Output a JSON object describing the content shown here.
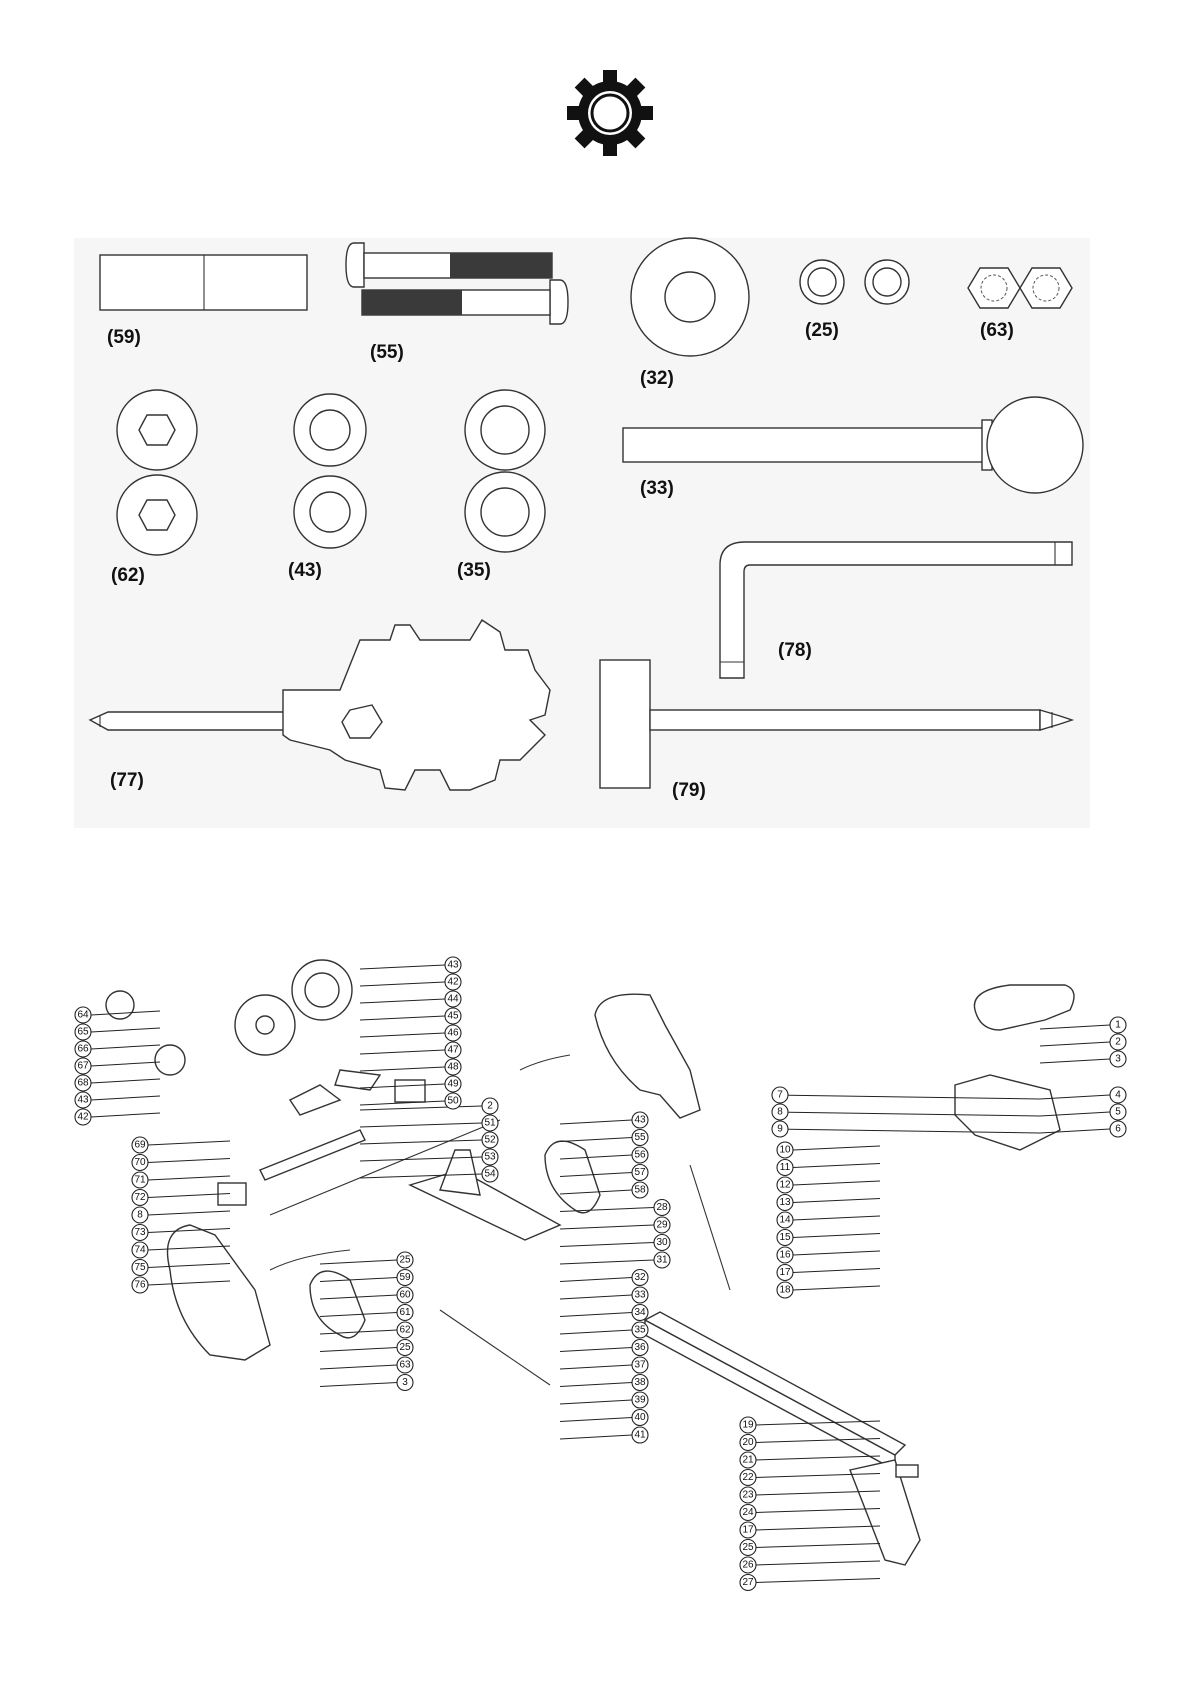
{
  "header": {
    "icon": "gear-icon"
  },
  "hardware_parts": [
    {
      "id": "p59",
      "label": "(59)"
    },
    {
      "id": "p55",
      "label": "(55)"
    },
    {
      "id": "p32",
      "label": "(32)"
    },
    {
      "id": "p25",
      "label": "(25)"
    },
    {
      "id": "p63",
      "label": "(63)"
    },
    {
      "id": "p62",
      "label": "(62)"
    },
    {
      "id": "p43",
      "label": "(43)"
    },
    {
      "id": "p35",
      "label": "(35)"
    },
    {
      "id": "p33",
      "label": "(33)"
    },
    {
      "id": "p78",
      "label": "(78)"
    },
    {
      "id": "p77",
      "label": "(77)"
    },
    {
      "id": "p79",
      "label": "(79)"
    }
  ],
  "exploded_view": {
    "callouts_top_center": [
      "43",
      "42",
      "44",
      "45",
      "46",
      "47",
      "48",
      "49",
      "50",
      "2",
      "51",
      "52",
      "53",
      "54"
    ],
    "callouts_left": [
      "64",
      "65",
      "66",
      "67",
      "68",
      "43",
      "42"
    ],
    "callouts_left_mid": [
      "69",
      "70",
      "71",
      "72",
      "8",
      "73",
      "74",
      "75",
      "76"
    ],
    "callouts_mid": [
      "43",
      "55",
      "56",
      "57",
      "58",
      "28",
      "29",
      "30",
      "31",
      "32",
      "33",
      "34",
      "35",
      "36",
      "37",
      "38",
      "39",
      "40",
      "41"
    ],
    "callouts_lower_left": [
      "25",
      "59",
      "60",
      "61",
      "62",
      "25",
      "63",
      "3"
    ],
    "callouts_right_top": [
      "1",
      "2",
      "3",
      "4",
      "5",
      "6",
      "7",
      "8",
      "9"
    ],
    "callouts_right_mid": [
      "10",
      "11",
      "12",
      "13",
      "14",
      "15",
      "16",
      "17",
      "18"
    ],
    "callouts_bottom": [
      "19",
      "20",
      "21",
      "22",
      "23",
      "24",
      "17",
      "25",
      "26",
      "27"
    ]
  }
}
